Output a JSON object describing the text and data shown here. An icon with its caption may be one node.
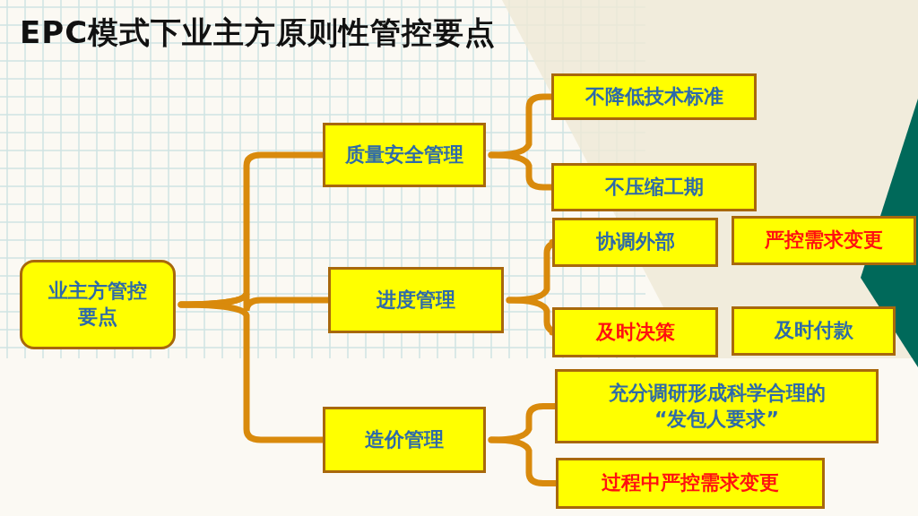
{
  "diagram": {
    "title": "EPC模式下业主方原则性管控要点",
    "nodes": [
      {
        "text": [
          "业主方管控要点"
        ]
      },
      {
        "text": [
          "质量安全管理"
        ]
      },
      {
        "text": [
          "进度管理"
        ]
      },
      {
        "text": [
          "造价管理"
        ]
      },
      {
        "text": [
          "不降低技术标准"
        ]
      },
      {
        "text": [
          "不压缩工期"
        ]
      },
      {
        "text": [
          "协调外部"
        ]
      },
      {
        "text": [
          "严控需求变更"
        ]
      },
      {
        "text": [
          "及时决策"
        ]
      },
      {
        "text": [
          "及时付款"
        ]
      },
      {
        "text": [
          "充分调研形成科学合理的 “发包人要求”"
        ]
      },
      {
        "text": [
          "过程中严控需求变更"
        ]
      }
    ],
    "edges": [
      {
        "from": 0,
        "to": 1,
        "arrow": "none"
      },
      {
        "from": 0,
        "to": 2,
        "arrow": "none"
      },
      {
        "from": 0,
        "to": 3,
        "arrow": "none"
      },
      {
        "from": 1,
        "to": 4,
        "arrow": "none"
      },
      {
        "from": 1,
        "to": 5,
        "arrow": "none"
      },
      {
        "from": 2,
        "to": 6,
        "arrow": "none"
      },
      {
        "from": 2,
        "to": 8,
        "arrow": "none"
      },
      {
        "from": 3,
        "to": 10,
        "arrow": "none"
      },
      {
        "from": 3,
        "to": 11,
        "arrow": "none"
      }
    ]
  }
}
